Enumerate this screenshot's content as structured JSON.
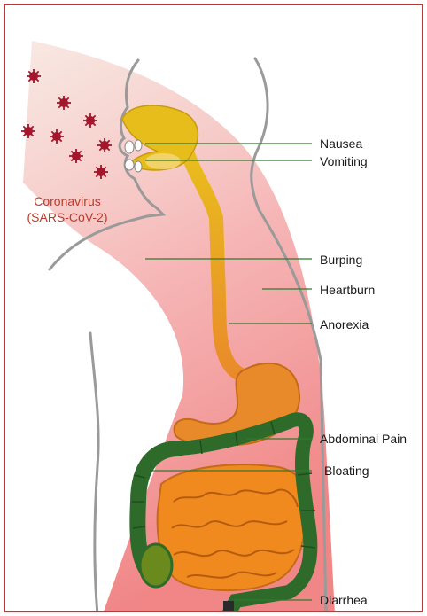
{
  "virus_label": {
    "line1": "Coronavirus",
    "line2": "(SARS-CoV-2)"
  },
  "symptoms": [
    {
      "label": "Nausea"
    },
    {
      "label": "Vomiting"
    },
    {
      "label": "Burping"
    },
    {
      "label": "Heartburn"
    },
    {
      "label": "Anorexia"
    },
    {
      "label": "Abdominal Pain"
    },
    {
      "label": "Bloating"
    },
    {
      "label": "Diarrhea"
    }
  ],
  "colors": {
    "frame": "#b53a3a",
    "virus": "#a3162b",
    "esophagus": "#e8b11a",
    "stomach": "#e98a2a",
    "small_intestine": "#f08a1e",
    "colon": "#2e6b2a",
    "leader_line": "#2f7a2f",
    "spread": "#f2a0a0"
  }
}
